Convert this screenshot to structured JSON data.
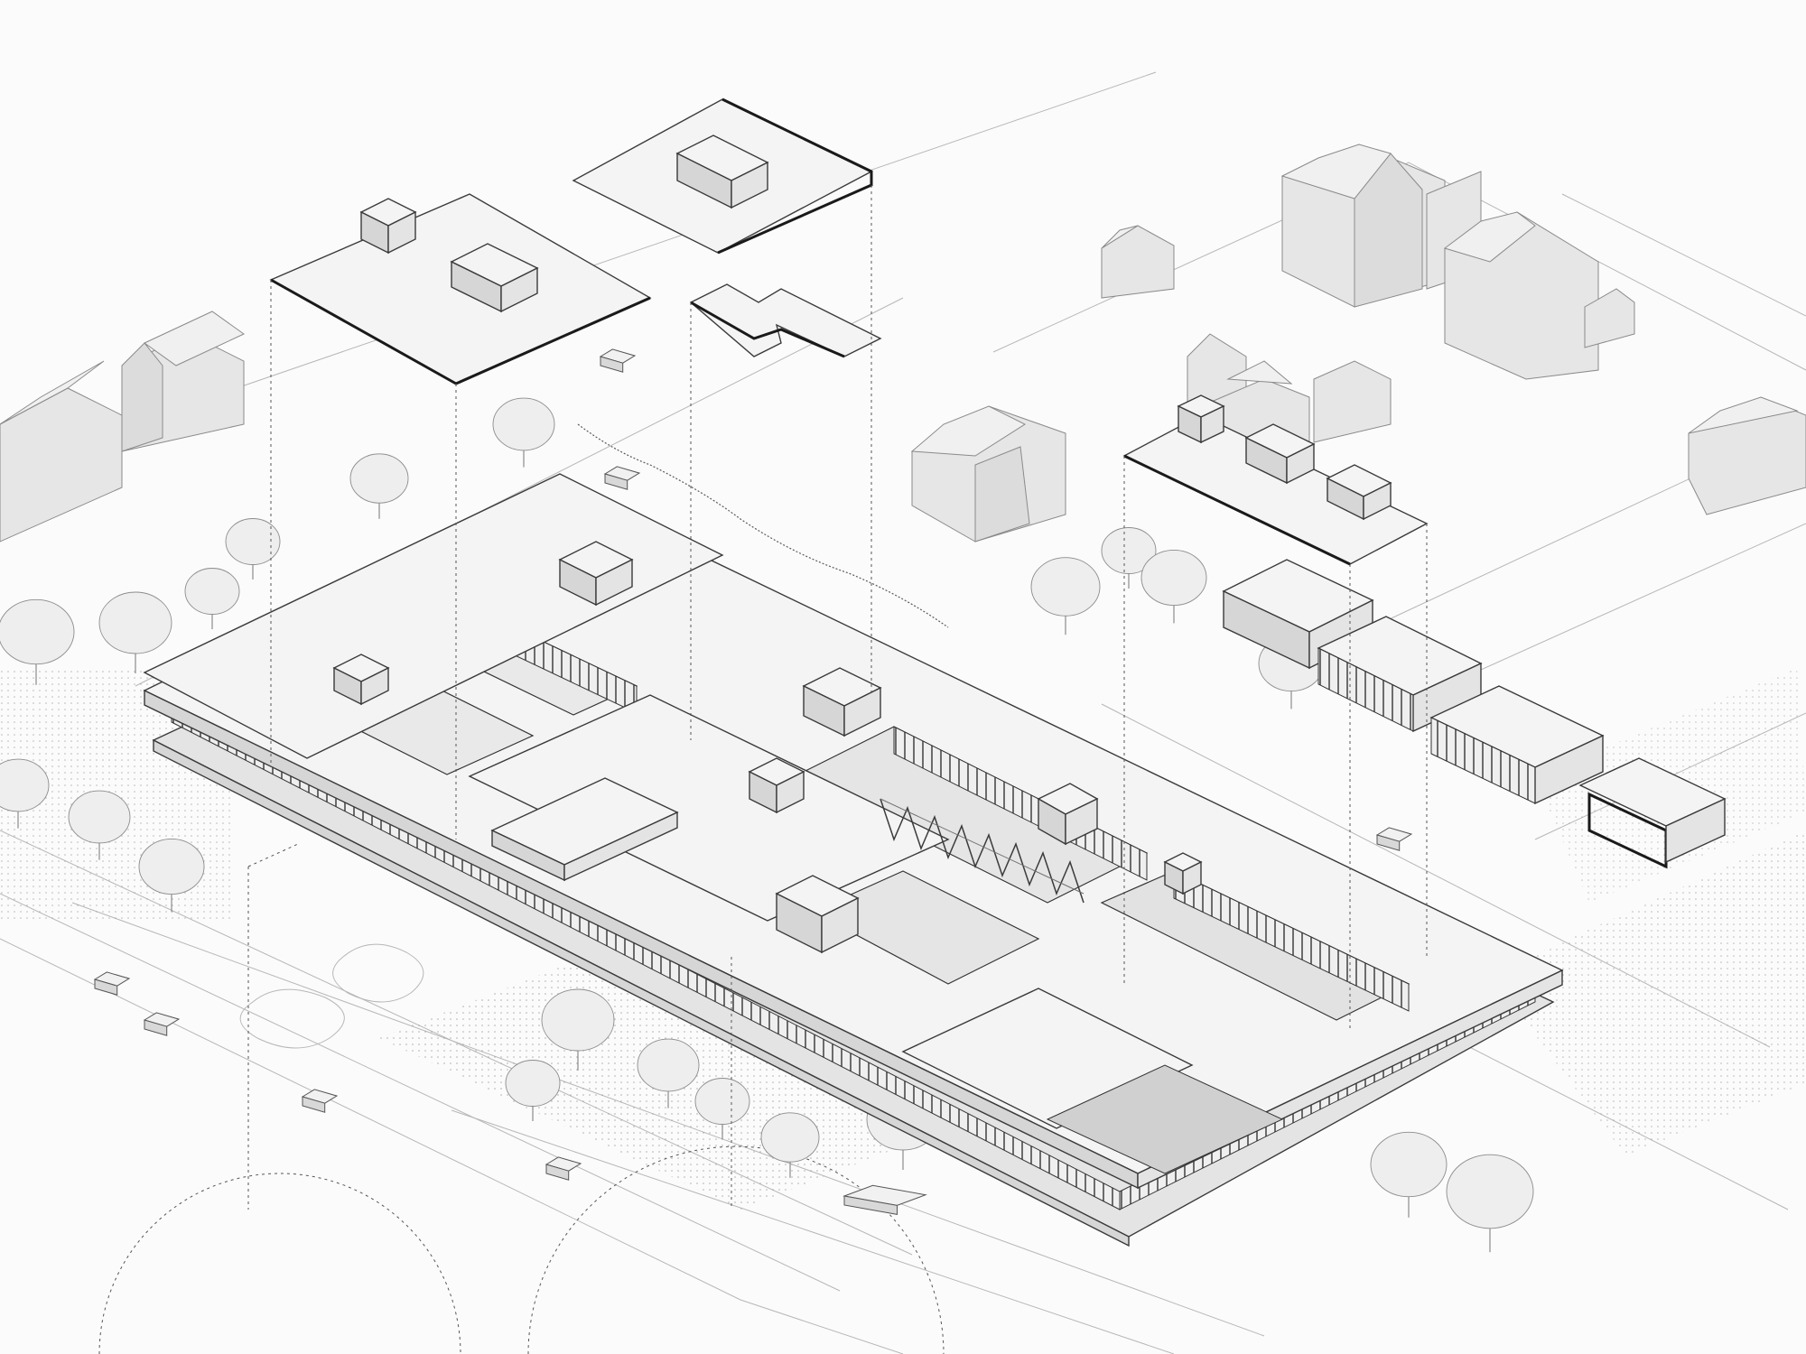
{
  "diagram": {
    "kind": "exploded isometric architectural axonometric",
    "palette": {
      "background": "#fbfbfb",
      "linework": "#3a3a3a",
      "context": "#8a8a8a",
      "roof_surface": "#f4f4f4",
      "wall_surface": "#d6d6d6"
    },
    "elements": {
      "exploded_roof_slabs": 5,
      "neighbouring_houses": 11,
      "trees": 22,
      "vehicles": 8
    }
  }
}
